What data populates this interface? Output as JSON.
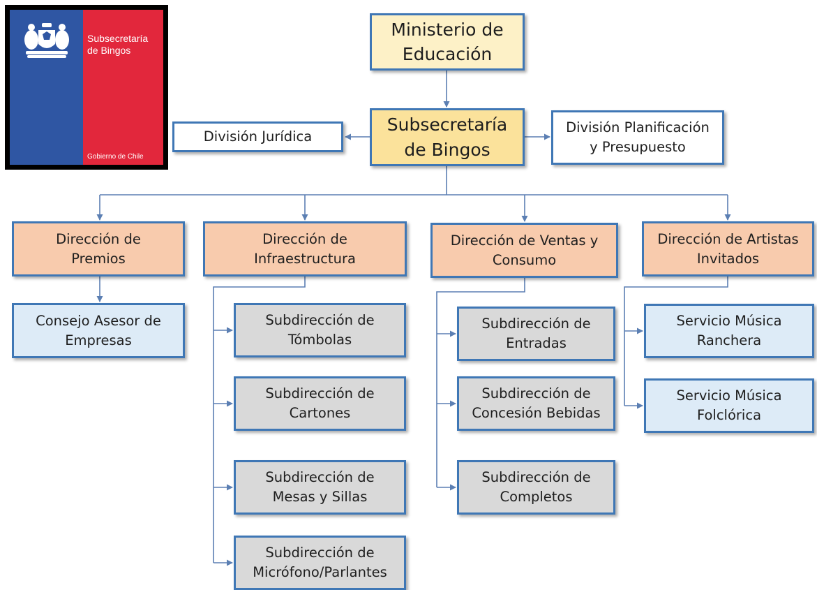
{
  "logo": {
    "title_line1": "Subsecretaría",
    "title_line2": "de Bingos",
    "footer": "Gobierno de Chile",
    "colors": {
      "blue": "#2f56a3",
      "red": "#e2273c",
      "frame": "#000000"
    },
    "emblem": "chilean-coat-of-arms"
  },
  "ministerio": {
    "line1": "Ministerio de",
    "line2": "Educación"
  },
  "subsecretaria": {
    "line1": "Subsecretaría",
    "line2": "de Bingos"
  },
  "division_juridica": {
    "line1": "División Jurídica"
  },
  "division_planificacion": {
    "line1": "División Planificación",
    "line2": "y Presupuesto"
  },
  "direcciones": [
    {
      "line1": "Dirección de",
      "line2": "Premios"
    },
    {
      "line1": "Dirección de",
      "line2": "Infraestructura"
    },
    {
      "line1": "Dirección de Ventas y",
      "line2": "Consumo"
    },
    {
      "line1": "Dirección de Artistas",
      "line2": "Invitados"
    }
  ],
  "premios_children": [
    {
      "line1": "Consejo Asesor de",
      "line2": "Empresas"
    }
  ],
  "infraestructura_children": [
    {
      "line1": "Subdirección de",
      "line2": "Tómbolas"
    },
    {
      "line1": "Subdirección de",
      "line2": "Cartones"
    },
    {
      "line1": "Subdirección de",
      "line2": "Mesas y Sillas"
    },
    {
      "line1": "Subdirección de",
      "line2": "Micrófono/Parlantes"
    }
  ],
  "ventas_children": [
    {
      "line1": "Subdirección de",
      "line2": "Entradas"
    },
    {
      "line1": "Subdirección de",
      "line2": "Concesión Bebidas"
    },
    {
      "line1": "Subdirección de",
      "line2": "Completos"
    }
  ],
  "artistas_children": [
    {
      "line1": "Servicio Música",
      "line2": "Ranchera"
    },
    {
      "line1": "Servicio Música",
      "line2": "Folclórica"
    }
  ],
  "colors": {
    "border": "#3f77b5",
    "connector": "#5b7fb3",
    "ministerio_fill": "#fdf1c7",
    "subsecretaria_fill": "#fbe29b",
    "direccion_fill": "#f8cbad",
    "subdireccion_fill": "#d9d9d9",
    "servicio_fill": "#ddebf7"
  }
}
